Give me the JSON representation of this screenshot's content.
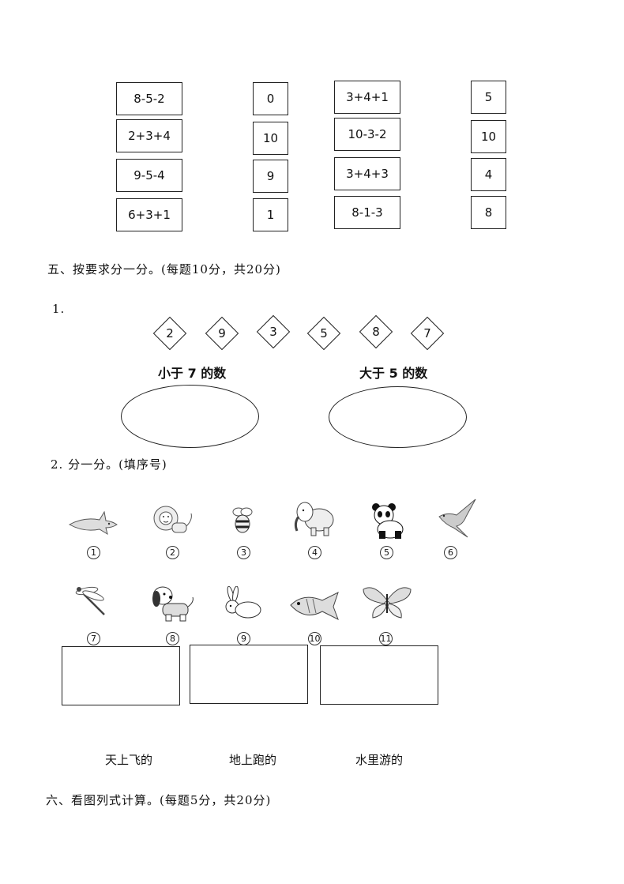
{
  "matching": {
    "col1": [
      "8-5-2",
      "2+3+4",
      "9-5-4",
      "6+3+1"
    ],
    "col2": [
      "0",
      "10",
      "9",
      "1"
    ],
    "col3": [
      "3+4+1",
      "10-3-2",
      "3+4+3",
      "8-1-3"
    ],
    "col4": [
      "5",
      "10",
      "4",
      "8"
    ]
  },
  "section5": {
    "title": "五、按要求分一分。(每题10分，共20分)",
    "q1": {
      "number": "1.",
      "diamonds": [
        "2",
        "9",
        "3",
        "5",
        "8",
        "7"
      ],
      "left_label": "小于 7 的数",
      "right_label": "大于 5 的数"
    },
    "q2": {
      "title": "2. 分一分。(填序号)",
      "animals": [
        {
          "num": "1",
          "icon": "shark-icon"
        },
        {
          "num": "2",
          "icon": "lion-icon"
        },
        {
          "num": "3",
          "icon": "bee-icon"
        },
        {
          "num": "4",
          "icon": "elephant-icon"
        },
        {
          "num": "5",
          "icon": "panda-icon"
        },
        {
          "num": "6",
          "icon": "swallow-icon"
        },
        {
          "num": "7",
          "icon": "dragonfly-icon"
        },
        {
          "num": "8",
          "icon": "dog-icon"
        },
        {
          "num": "9",
          "icon": "rabbit-icon"
        },
        {
          "num": "10",
          "icon": "fish-icon"
        },
        {
          "num": "11",
          "icon": "butterfly-icon"
        }
      ],
      "categories": [
        "天上飞的",
        "地上跑的",
        "水里游的"
      ]
    }
  },
  "section6": {
    "title": "六、看图列式计算。(每题5分，共20分)"
  }
}
